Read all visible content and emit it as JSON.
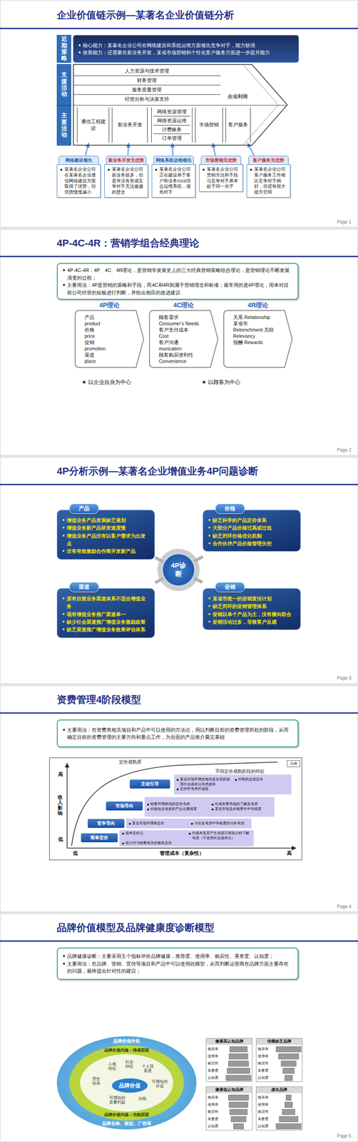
{
  "diagram": {
    "nodes": [
      {
        "text": [
          "企业价值链示例—某著名企业价值链分析"
        ]
      },
      {
        "text": [
          "近期策略"
        ],
        "in": 0
      },
      {
        "text": [
          "核心能力：某著名企业公司在网络建设和系统运维方面领先竞争对手，能力较强",
          "改善能力：还需要在新业务开发，某省市场营销和个性化客户服务方面进一步提升能力"
        ],
        "in": 0
      },
      {
        "text": [
          "支援活动"
        ],
        "in": 0
      },
      {
        "text": [
          "主要活动"
        ],
        "in": 0
      },
      {
        "text": [
          "人力资源与技术管理",
          "财务管理",
          "服务质量管理",
          "经营分析与决策支持",
          "企业利润"
        ],
        "in": 0
      },
      {
        "text": [
          "通信工程建设"
        ],
        "in": 5
      },
      {
        "text": [
          "新业务开发"
        ],
        "in": 5
      },
      {
        "text": [
          "网络资源管理",
          "网络资源运维",
          "计费账务",
          "订单管理"
        ],
        "in": 5
      },
      {
        "text": [
          "市场营销"
        ],
        "in": 5
      },
      {
        "text": [
          "客户服务"
        ],
        "in": 5
      },
      {
        "text": [
          "网络建设领先",
          "某著名企业公司在某著名企业通信网络建设方面取得了优势，但优势慢慢减小"
        ],
        "in": 0
      },
      {
        "text": [
          "新业务开发无优势",
          "某著名企业公司新业务较多，但是并没有形成竞争对手无法逾越的壁垒"
        ],
        "in": 0
      },
      {
        "text": [
          "网络系统运维领先",
          "某著名企业公司正在建设基于客户和业务OSS综合运维系统，领先对手"
        ],
        "in": 0
      },
      {
        "text": [
          "市场营销无优势",
          "某著名企业公司营销方法和手段与竞争对手基本处于同一水平"
        ],
        "in": 0
      },
      {
        "text": [
          "客户服务无优势",
          "某著名企业公司客户服务工作相比竞争对手稍好，但还有很大提升空间"
        ],
        "in": 0
      },
      {
        "text": [
          "4P-4C-4R：营销学组合经典理论"
        ]
      },
      {
        "text": [
          "4P-4C-4R：4P、4C、4R理论，是营销学发展史上的三大经典营销策略组合理论，是营销理论不断发展演变的过程；",
          "主要用法：4P是营销的策略和手段，而4C和4R则属于营销理念和标准；最常用的是4P理论，用来对目前公司经营的短板进行判断，并给出相应的改进建议"
        ],
        "in": 16
      },
      {
        "text": [
          "4P理论",
          "产品",
          "product",
          "价格",
          "price",
          "促销",
          "promotion",
          "渠道",
          "place"
        ],
        "in": 16
      },
      {
        "text": [
          "4C理论",
          "顾客需求",
          "Consumer’s Needs",
          "客户支付成本",
          "Cost",
          "客户沟通",
          "munication",
          "顾客购买便利性",
          "Convenience"
        ],
        "in": 16
      },
      {
        "text": [
          "4R理论",
          "关系 Relationship",
          "某省市",
          "Retrenchment 关联 Relevancy",
          "报酬 Rewards"
        ],
        "in": 16
      },
      {
        "text": [
          "4P分析示例—某著名企业增值业务4P问题诊断"
        ]
      },
      {
        "text": [
          "产品",
          "增值业务产品发展缺乏规划",
          "增值业务新产品研发速度慢",
          "增值业务产品没有以客户需求为出发点",
          "没有有效激励合作商开发新产品"
        ],
        "in": 21
      },
      {
        "text": [
          "价格",
          "缺乏科学的产品定价体系",
          "大部分产品价格过高或过低",
          "缺乏闭环价格优化机制",
          "合作伙伴产品价格管理失控"
        ],
        "in": 21
      },
      {
        "text": [
          "渠道",
          "原有自营业务渠道体系不适合增值业务",
          "现有增值业务推广渠道单一",
          "缺少社会渠道推广增值业务激励政策",
          "缺乏渠道推广增值业务效果评估体系"
        ],
        "in": 21
      },
      {
        "text": [
          "促销",
          "某省市统一的促销宣传计划",
          "缺乏闭环的促销管理体系",
          "促销以单个产品为主，没有横向联合",
          "促销活动过多，导致客户反感"
        ],
        "in": 21
      },
      {
        "text": [
          "4P诊断"
        ],
        "in": 21
      },
      {
        "text": [
          "资费管理4阶段模型"
        ]
      },
      {
        "text": [
          "主要用法：在资费类相关项目和产品中可以使用的方法论，用以判断目前的资费管理所处的阶段，从而确定目前的资费管理的主要方向和重点工作，为后面的产品推介奠定基础"
        ],
        "in": 27
      },
      {
        "text": [
          "定价成熟度",
          "不同定价成熟阶段的特征"
        ],
        "in": 27
      },
      {
        "text": [
          "示例"
        ],
        "in": 29
      },
      {
        "text": [
          "主动引导"
        ],
        "in": 29
      },
      {
        "text": [
          "某省市场环境的预判及全面的使用作业成本法考虑成本",
          "外部的反馈定价",
          "定价时考虑价值链"
        ],
        "in": 29
      },
      {
        "text": [
          "市场导向"
        ],
        "in": 29
      },
      {
        "text": [
          "销售环境驱动的定价考虑",
          "对成本要求细的了解及考虑",
          "价格包含很多的产品元素程度",
          "某省市场及价格要作中等程度"
        ],
        "in": 29
      },
      {
        "text": [
          "竞争导向"
        ],
        "in": 29
      },
      {
        "text": [
          "某省市场环境驱定价",
          "分价及考虑中等程度的分析考虑"
        ],
        "in": 29
      },
      {
        "text": [
          "简单定价"
        ],
        "in": 29
      },
      {
        "text": [
          "成本定价法",
          "对成本及其产生来源只有很少的了解考虑（不使用作业成本法）",
          "很少对与销售有关的服务定价"
        ],
        "in": 29
      },
      {
        "text": [
          "品牌价值模型及品牌健康度诊断模型"
        ]
      },
      {
        "text": [
          "品牌健康诊断：主要采用五个指标评价品牌健康，推荐度、使用率、购买性、美誉度、认知度；",
          "主要用法：在品牌、营销、宣传等项目和产品中可以使用此模型，从而判断运营商在品牌方面主要存在的问题，最终提出针对性的建议；"
        ],
        "in": 39
      },
      {
        "text": [
          "品牌价值外延",
          "品牌名称、标志、广告等"
        ],
        "in": 39
      },
      {
        "text": [
          "品牌价值内涵 -- 情感层面",
          "品牌价值内涵 -- 功能层面"
        ],
        "in": 41
      },
      {
        "text": [
          "历史传承"
        ],
        "in": 42
      },
      {
        "text": [
          "人格特征"
        ],
        "in": 42
      },
      {
        "text": [
          "社会特征"
        ],
        "in": 42
      },
      {
        "text": [
          "个人联系度"
        ],
        "in": 42
      },
      {
        "text": [
          "可感知的价值"
        ],
        "in": 42
      },
      {
        "text": [
          "功能"
        ],
        "in": 42
      },
      {
        "text": [
          "可感知的质量利益"
        ],
        "in": 42
      },
      {
        "text": [
          "品牌价值"
        ],
        "in": 42
      },
      {
        "text": [
          "健康高认知品牌",
          "推荐率",
          "使用率",
          "购买性",
          "美誉度",
          "认知度"
        ],
        "in": 39
      },
      {
        "text": [
          "传播缺乏品牌",
          "推荐率",
          "使用率",
          "购买性",
          "美誉度",
          "认知度"
        ],
        "in": 39
      },
      {
        "text": [
          "健康低认知品牌",
          "推荐率",
          "使用率",
          "购买性",
          "美誉度",
          "认知度"
        ],
        "in": 39
      },
      {
        "text": [
          "虚名品牌",
          "推荐率",
          "使用率",
          "购买性",
          "美誉度",
          "认知度"
        ],
        "in": 39
      }
    ],
    "edges": [
      {
        "from": 11,
        "to": 6,
        "arrow": "to"
      },
      {
        "from": 12,
        "to": 7,
        "arrow": "to"
      },
      {
        "from": 13,
        "to": 8,
        "arrow": "to"
      },
      {
        "from": 14,
        "to": 9,
        "arrow": "to"
      },
      {
        "from": 15,
        "to": 10,
        "arrow": "to"
      },
      {
        "from": 26,
        "to": 22,
        "arrow": "none"
      },
      {
        "from": 26,
        "to": 23,
        "arrow": "none"
      },
      {
        "from": 26,
        "to": 24,
        "arrow": "none"
      },
      {
        "from": 26,
        "to": 25,
        "arrow": "none"
      }
    ],
    "labels": [
      "Page 1",
      "以企业自身为中心",
      "以顾客为中心",
      "Page 2",
      "Page 3",
      "高",
      "收入影响",
      "低",
      "低",
      "管理成本（复杂性）",
      "高",
      "Page 4",
      "Page 5"
    ]
  }
}
